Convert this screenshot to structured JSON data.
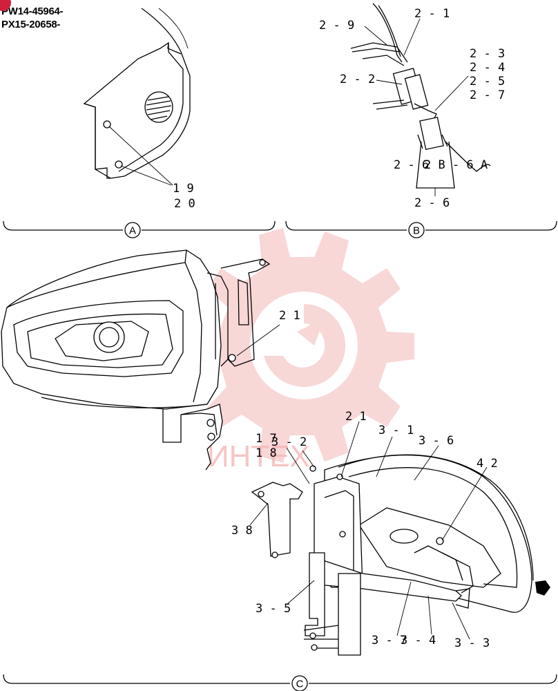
{
  "header": {
    "badge_color": "#d21f3c",
    "serial_line_1": "PW14-45964-",
    "serial_line_2": "PX15-20658-"
  },
  "sections": {
    "A": {
      "marker": "A",
      "labels": [
        "1 9",
        "2 0"
      ]
    },
    "B": {
      "marker": "B",
      "labels": [
        "2 - 1",
        "2 - 9",
        "2 - 3",
        "2 - 4",
        "2 - 5",
        "2 - 7",
        "2 - 2",
        "2 - 6",
        "2 B - 6 A",
        "2 - 6"
      ]
    },
    "C": {
      "marker": "C",
      "labels": [
        "2 1",
        "2 1",
        "3 - 1",
        "3 - 6",
        "1 7",
        "3 - 2",
        "1 8",
        "4 2",
        "3 8",
        "3 - 5",
        "3 - 7",
        "3 - 4",
        "3 - 3"
      ]
    }
  },
  "watermark": {
    "text": "ИНТЕХ",
    "color": "#f4b7b7"
  }
}
